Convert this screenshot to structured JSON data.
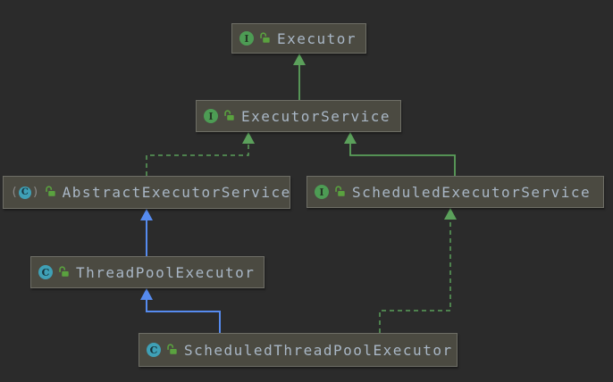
{
  "diagram": {
    "type": "uml-class-hierarchy",
    "nodes": [
      {
        "id": "executor",
        "label": "Executor",
        "kind": "interface",
        "visibility": "public"
      },
      {
        "id": "executor-service",
        "label": "ExecutorService",
        "kind": "interface",
        "visibility": "public"
      },
      {
        "id": "abstract-executor-service",
        "label": "AbstractExecutorService",
        "kind": "abstract-class",
        "visibility": "public"
      },
      {
        "id": "scheduled-executor-service",
        "label": "ScheduledExecutorService",
        "kind": "interface",
        "visibility": "public"
      },
      {
        "id": "thread-pool-executor",
        "label": "ThreadPoolExecutor",
        "kind": "class",
        "visibility": "public"
      },
      {
        "id": "scheduled-thread-pool-executor",
        "label": "ScheduledThreadPoolExecutor",
        "kind": "class",
        "visibility": "public"
      }
    ],
    "edges": [
      {
        "from": "ExecutorService",
        "to": "Executor",
        "relation": "extends",
        "line": "solid",
        "color": "green"
      },
      {
        "from": "AbstractExecutorService",
        "to": "ExecutorService",
        "relation": "implements",
        "line": "dashed",
        "color": "green"
      },
      {
        "from": "ScheduledExecutorService",
        "to": "ExecutorService",
        "relation": "extends",
        "line": "solid",
        "color": "green"
      },
      {
        "from": "ThreadPoolExecutor",
        "to": "AbstractExecutorService",
        "relation": "extends",
        "line": "solid",
        "color": "blue"
      },
      {
        "from": "ScheduledThreadPoolExecutor",
        "to": "ThreadPoolExecutor",
        "relation": "extends",
        "line": "solid",
        "color": "blue"
      },
      {
        "from": "ScheduledThreadPoolExecutor",
        "to": "ScheduledExecutorService",
        "relation": "implements",
        "line": "dashed",
        "color": "green"
      }
    ],
    "icon_letters": {
      "interface": "I",
      "class": "C"
    }
  },
  "colors": {
    "background": "#2B2B2B",
    "node_fill": "#4B4A41",
    "node_border": "#6E6E66",
    "text": "#A9B7C6",
    "green": "#5BA05B",
    "blue": "#568BEF",
    "interface_icon": "#4D9C54",
    "class_icon": "#3FA0B6",
    "lock_icon": "#5AA23F"
  }
}
